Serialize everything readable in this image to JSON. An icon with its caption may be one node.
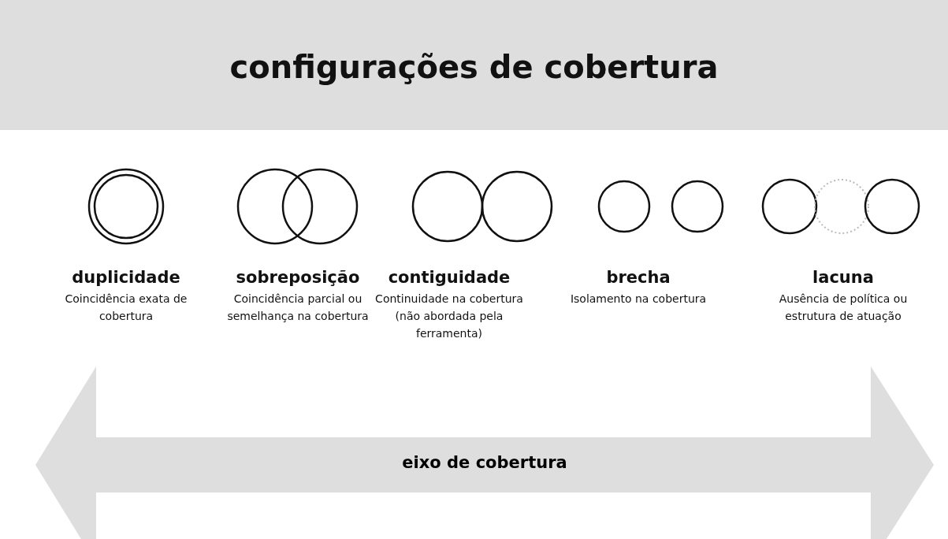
{
  "diagram": {
    "title": "configurações de cobertura",
    "nodes": [
      {
        "text": [
          "eixo de cobertura"
        ]
      }
    ],
    "labels": [
      "duplicidade",
      "Coincidência exata de cobertura",
      "sobreposição",
      "Coincidência parcial ou semelhança na cobertura",
      "contiguidade",
      "Continuidade na cobertura (não abordada pela ferramenta)",
      "brecha",
      "Isolamento na cobertura",
      "lacuna",
      "Ausência de política ou estrutura de atuação"
    ]
  }
}
